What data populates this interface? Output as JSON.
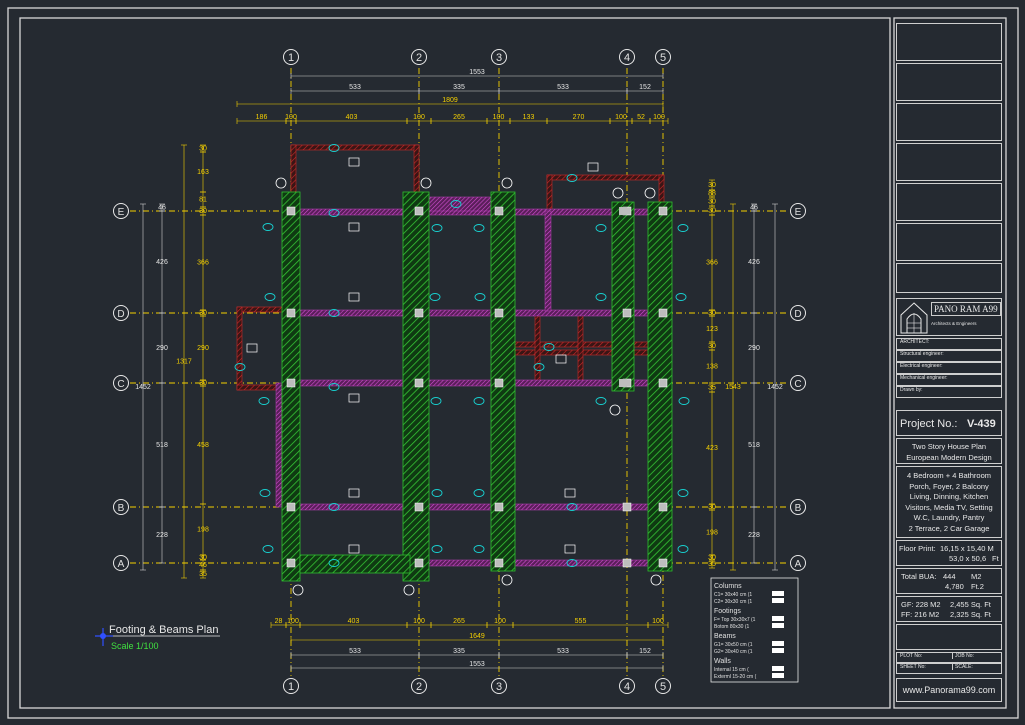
{
  "grid_numbers": [
    "1",
    "2",
    "3",
    "4",
    "5"
  ],
  "grid_letters": [
    "E",
    "D",
    "C",
    "B",
    "A"
  ],
  "dims_top": {
    "overall": "1553",
    "spans": [
      "533",
      "335",
      "533",
      "152"
    ],
    "overall2": "1809",
    "detail": [
      "186",
      "100",
      "403",
      "100",
      "265",
      "100",
      "133",
      "270",
      "100",
      "52",
      "100"
    ]
  },
  "dims_bottom": {
    "detail": [
      "28",
      "100",
      "403",
      "100",
      "265",
      "100",
      "555",
      "100"
    ],
    "overall": "1649",
    "spans": [
      "533",
      "335",
      "533",
      "152"
    ],
    "overall2": "1553"
  },
  "dims_left": {
    "outer": [
      "46",
      "426",
      "290",
      "518",
      "228"
    ],
    "inner": [
      "30",
      "163",
      "81",
      "30",
      "366",
      "30",
      "290",
      "30",
      "458",
      "198",
      "30",
      "46",
      "35"
    ],
    "total_outer": "1452",
    "total_inner": "1317"
  },
  "dims_right": {
    "inner": [
      "30",
      "88",
      "30",
      "30",
      "366",
      "30",
      "123",
      "30",
      "138",
      "35",
      "423",
      "30",
      "198",
      "30",
      "35"
    ],
    "outer": [
      "46",
      "426",
      "290",
      "518",
      "228"
    ],
    "total_inner": "1543",
    "total_outer": "1452"
  },
  "plan_title": "Footing & Beams Plan",
  "plan_scale": "Scale 1/100",
  "legend": {
    "columns_head": "Columns",
    "columns": [
      "C1= 30x40 cm (1",
      "C2= 30x30 cm (1"
    ],
    "footings_head": "Footings",
    "footings": [
      "F= Top 30x30x7 (1",
      "Botom 80x30 (1"
    ],
    "beams_head": "Beams",
    "beams": [
      "G1= 30x50 cm (1",
      "G2= 30x40 cm (1"
    ],
    "walls_head": "Walls",
    "walls": [
      "Internal 15 cm (",
      "Exterml 15-20 cm ("
    ]
  },
  "titleblock": {
    "company": "PANO RAM A99",
    "company_sub": "Architects & Engineers",
    "rows": [
      "ARCHITECT:",
      "Structural engineer:",
      "Electrical engineer:",
      "Mechanical engineer:",
      "Drawn by:"
    ],
    "project_label": "Project No.:",
    "project_no": "V-439",
    "desc1": "Two Story House Plan",
    "desc2": "European Modern Design",
    "features": [
      "4 Bedroom + 4 Bathroom",
      "Porch, Foyer, 2 Balcony",
      "Living, Dinning, Kitchen",
      "Visitors, Media TV, Setting",
      "W.C, Laundry, Pantry",
      "2 Terrace, 2 Car Garage"
    ],
    "floor_print_label": "Floor Print:",
    "floor_print_m": "16,15 x 15,40 M",
    "floor_print_ft": "53,0 x 50,6",
    "floor_print_ft_unit": "Ft",
    "bua_label": "Total BUA:",
    "bua_m2": "444",
    "bua_m2_unit": "M2",
    "bua_ft2": "4,780",
    "bua_ft2_unit": "Ft.2",
    "gf": "GF: 228 M2",
    "gf_ft": "2,455 Sq. Ft",
    "ff": "FF: 216 M2",
    "ff_ft": "2,325 Sq. Ft",
    "plot_no": "PLOT No:",
    "job_no": "JOB No:",
    "sheet_no": "SHEET No:",
    "scale": "SCALE:",
    "website": "www.Panorama99.com"
  },
  "colors": {
    "background": "#252a31",
    "grid_line": "#f5d000",
    "footing": "#2fbf2f",
    "beam": "#c040c0",
    "wall": "#cc2a2a",
    "column": "#bdbdbd",
    "tag": "#18b0b0"
  }
}
